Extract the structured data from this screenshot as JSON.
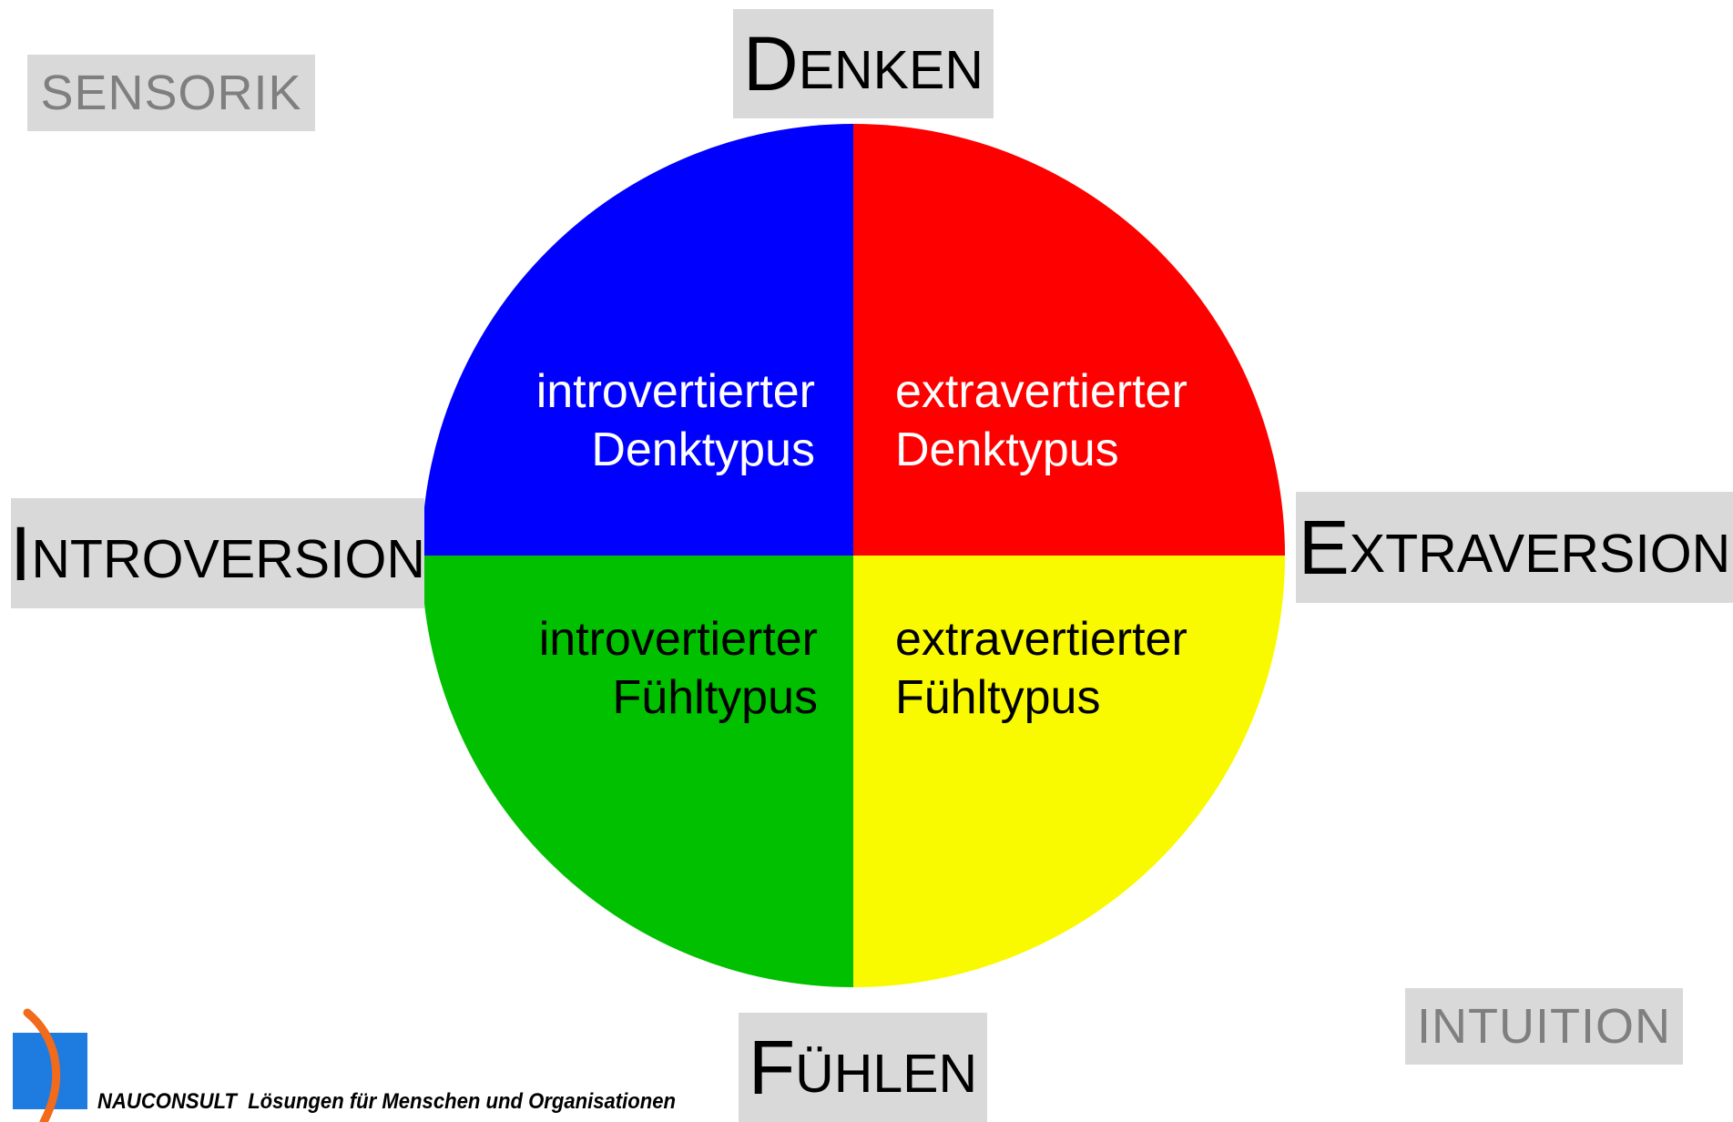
{
  "axes": {
    "top": {
      "initial": "D",
      "rest": "ENKEN"
    },
    "bottom": {
      "initial": "F",
      "rest": "ÜHLEN"
    },
    "left": {
      "initial": "I",
      "rest": "NTROVERSION"
    },
    "right": {
      "initial": "E",
      "rest": "XTRAVERSION"
    }
  },
  "corners": {
    "top_left": "SENSORIK",
    "bottom_right": "INTUITION"
  },
  "quadrants": {
    "top_left": {
      "line1": "introvertierter",
      "line2": "Denktypus",
      "color": "#0000ff",
      "text_color": "#ffffff"
    },
    "top_right": {
      "line1": "extravertierter",
      "line2": "Denktypus",
      "color": "#ff0000",
      "text_color": "#ffffff"
    },
    "bottom_left": {
      "line1": "introvertierter",
      "line2": "Fühltypus",
      "color": "#00c000",
      "text_color": "#000000"
    },
    "bottom_right": {
      "line1": "extravertierter",
      "line2": "Fühltypus",
      "color": "#f9f900",
      "text_color": "#000000"
    }
  },
  "footer": {
    "brand": "NAUCONSULT",
    "tagline": "Lösungen für Menschen und Organisationen",
    "logo_colors": {
      "square": "#1e7be0",
      "arc": "#f26a1b"
    }
  }
}
